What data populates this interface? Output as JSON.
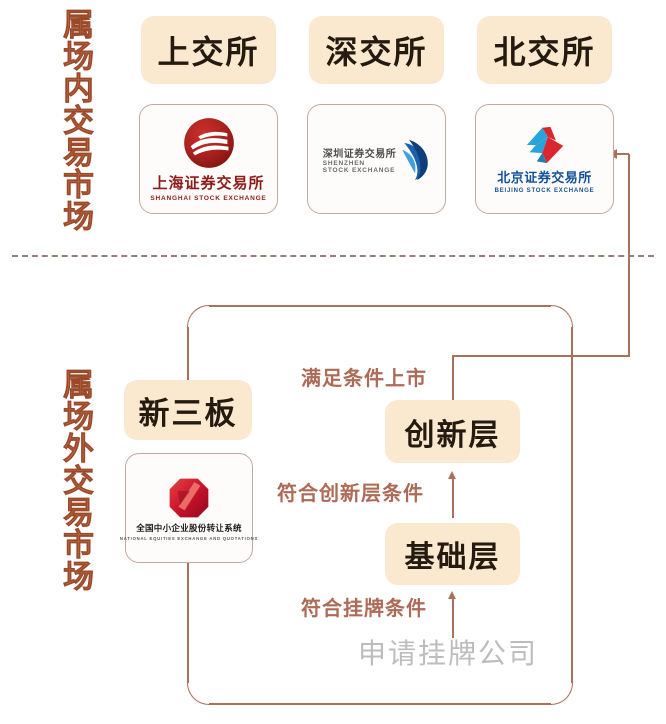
{
  "diagram": {
    "title_in": "属场内交易市场",
    "title_out": "属场外交易市场",
    "side_labels": {
      "inside": "属场内交易市场",
      "outside": "属场外交易市场"
    },
    "exchanges": [
      {
        "pill": "上交所",
        "logo_cn": "上海证券交易所",
        "logo_en": "SHANGHAI STOCK EXCHANGE",
        "mark": "sse-logo-icon",
        "color": "#8d1b19"
      },
      {
        "pill": "深交所",
        "logo_cn": "深圳证券交易所",
        "logo_en_1": "SHENZHEN",
        "logo_en_2": "STOCK EXCHANGE",
        "mark": "szse-logo-icon",
        "color": "#1b62ad"
      },
      {
        "pill": "北交所",
        "logo_cn": "北京证券交易所",
        "logo_en": "BEIJING STOCK EXCHANGE",
        "mark": "bse-logo-icon",
        "color": "#13509a"
      }
    ],
    "neeq": {
      "pill": "新三板",
      "logo_cn": "全国中小企业股份转让系统",
      "logo_en": "NATIONAL EQUITIES EXCHANGE AND QUOTATIONS",
      "mark": "neeq-logo-icon",
      "color": "#c8102e"
    },
    "tiers": [
      {
        "label": "创新层"
      },
      {
        "label": "基础层"
      }
    ],
    "flow_labels": {
      "to_listing": "满足条件上市",
      "to_innovation": "符合创新层条件",
      "to_quotation": "符合挂牌条件"
    },
    "applicant": "申请挂牌公司",
    "colors": {
      "pill_bg": "#fbe9cf",
      "pill_text": "#241a10",
      "line": "#a8715a",
      "side_label": "#c06a45",
      "flow_label": "#ad6a55",
      "applicant_text": "#bdbdbd",
      "card_border": "#c6a99c",
      "divider": "#9a7f74",
      "background": "#ffffff"
    }
  }
}
